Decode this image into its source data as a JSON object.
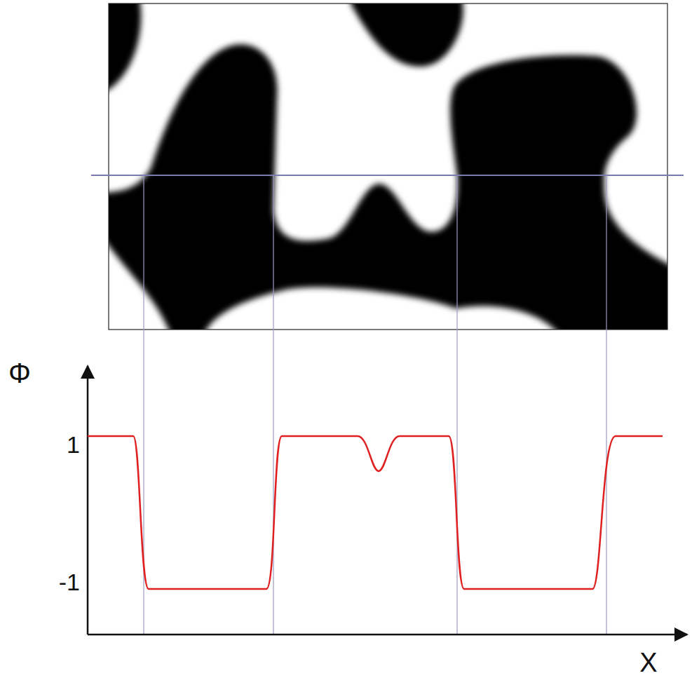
{
  "diagram": {
    "labels": [
      "Φ",
      "1",
      "-1",
      "X"
    ]
  }
}
